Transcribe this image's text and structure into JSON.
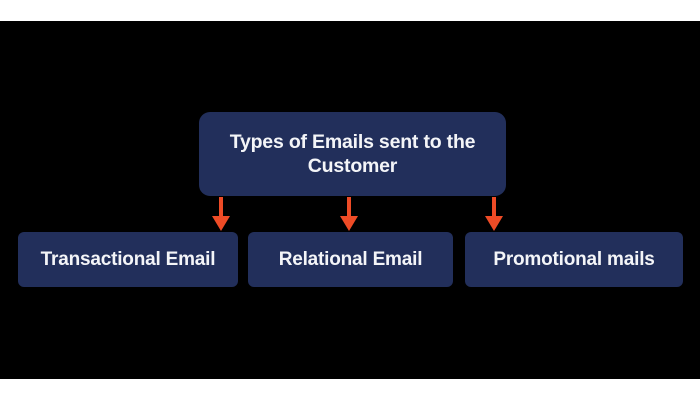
{
  "diagram": {
    "type": "hierarchy-tree",
    "background_color": "#000000",
    "page_color": "#ffffff",
    "node_color": "#222F5B",
    "node_text_color": "#F4F5F8",
    "arrow_color": "#EE4B26",
    "root": {
      "label": "Types of Emails sent to the Customer"
    },
    "children": [
      {
        "label": "Transactional Email"
      },
      {
        "label": "Relational Email"
      },
      {
        "label": "Promotional mails"
      }
    ],
    "connectors": [
      {
        "icon": "arrow-down-icon"
      },
      {
        "icon": "arrow-down-icon"
      },
      {
        "icon": "arrow-down-icon"
      }
    ]
  }
}
